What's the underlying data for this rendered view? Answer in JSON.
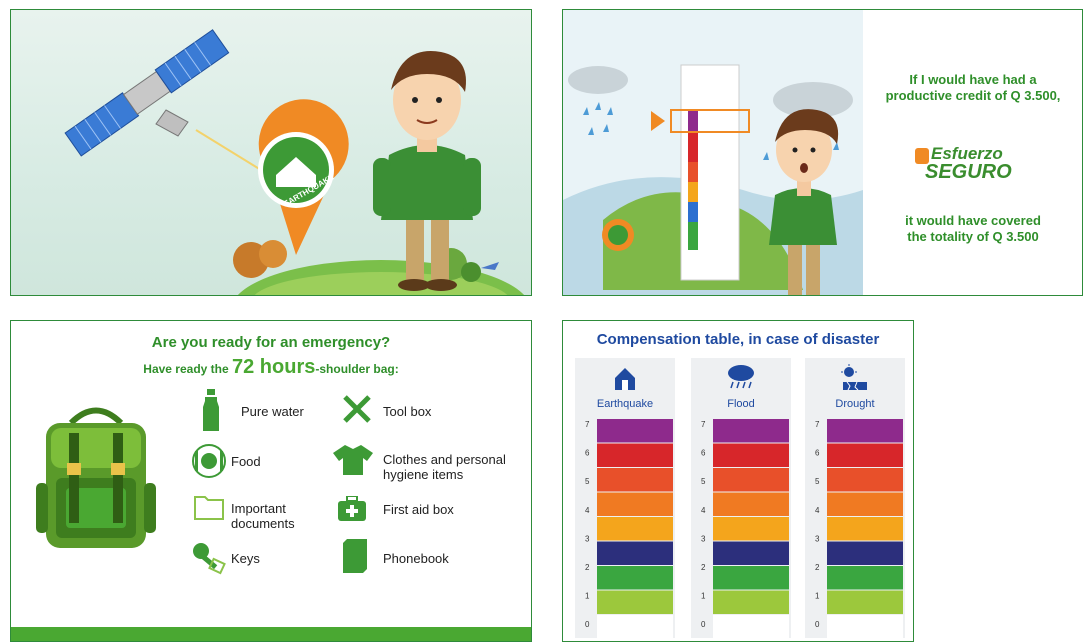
{
  "panel1": {
    "badge_text": "EARTHQUAKE"
  },
  "panel2": {
    "line1": "If I would have had a",
    "line2": "productive credit of Q 3.500,",
    "brand_top": "Esfuerzo",
    "brand_bottom": "SEGURO",
    "line3": "it would have covered",
    "line4": "the totality of Q 3.500"
  },
  "panel3": {
    "title": "Are you ready for an emergency?",
    "subtitle_pre": "Have ready the ",
    "subtitle_highlight": "72 hours",
    "subtitle_post": "-shoulder bag:",
    "items": [
      {
        "label": "Pure water",
        "icon": "bottle-icon"
      },
      {
        "label": "Tool box",
        "icon": "tools-icon"
      },
      {
        "label": "Food",
        "icon": "food-icon"
      },
      {
        "label": "Clothes and personal",
        "label2": "hygiene items",
        "icon": "shirt-icon"
      },
      {
        "label": "Important",
        "label2": "documents",
        "icon": "folder-icon"
      },
      {
        "label": "First aid box",
        "icon": "first-aid-icon"
      },
      {
        "label": "Keys",
        "icon": "keys-icon"
      },
      {
        "label": "Phonebook",
        "icon": "phonebook-icon"
      }
    ],
    "colors": {
      "accent": "#2f8f2a",
      "footer": "#4aa832"
    }
  },
  "panel4": {
    "title": "Compensation table, in case of disaster",
    "columns": [
      {
        "label": "Earthquake",
        "icon": "house-icon"
      },
      {
        "label": "Flood",
        "icon": "rain-cloud-icon"
      },
      {
        "label": "Drought",
        "icon": "sun-cracked-ground-icon"
      }
    ],
    "scale_levels": [
      "7",
      "6",
      "5",
      "4",
      "3",
      "2",
      "1",
      "0"
    ],
    "band_colors": [
      "#8e2a8c",
      "#d7262a",
      "#e8502a",
      "#f07a22",
      "#f4a51c",
      "#2c2f7c",
      "#3aa640",
      "#9cc83c",
      "#ffffff"
    ]
  }
}
